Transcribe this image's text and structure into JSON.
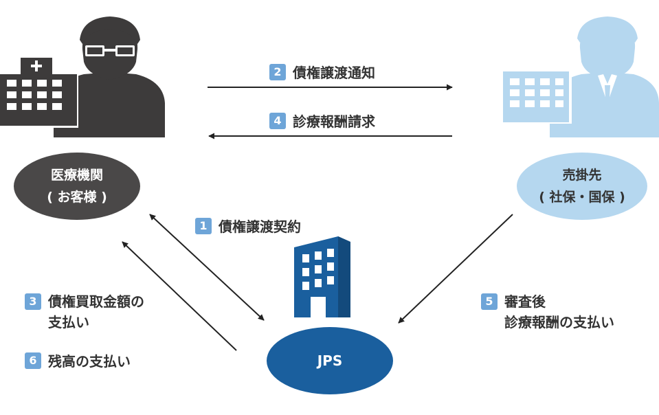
{
  "nodes": {
    "medical": {
      "line1": "医療機関",
      "line2": "( お客様 )",
      "color": "#4a4848"
    },
    "buyer": {
      "line1": "売掛先",
      "line2": "( 社保・国保 )",
      "color": "#b5d7ef"
    },
    "jps": {
      "label": "JPS",
      "color": "#1a5f9e"
    }
  },
  "steps": {
    "s1": {
      "num": "1",
      "label": "債権譲渡契約"
    },
    "s2": {
      "num": "2",
      "label": "債権譲渡通知"
    },
    "s3": {
      "num": "3",
      "line1": "債権買取金額の",
      "line2": "支払い"
    },
    "s4": {
      "num": "4",
      "label": "診療報酬請求"
    },
    "s5": {
      "num": "5",
      "line1": "審査後",
      "line2": "診療報酬の支払い"
    },
    "s6": {
      "num": "6",
      "label": "残高の支払い"
    }
  },
  "colors": {
    "dark": "#3d3b3b",
    "light_blue": "#b5d7ef",
    "navy": "#1a5f9e",
    "badge": "#6ea5d8",
    "arrow": "#222222"
  },
  "icons": {
    "medical": [
      "hospital-building-icon",
      "doctor-person-icon"
    ],
    "buyer": [
      "office-building-icon",
      "business-person-icon"
    ],
    "jps": [
      "company-building-icon"
    ]
  }
}
